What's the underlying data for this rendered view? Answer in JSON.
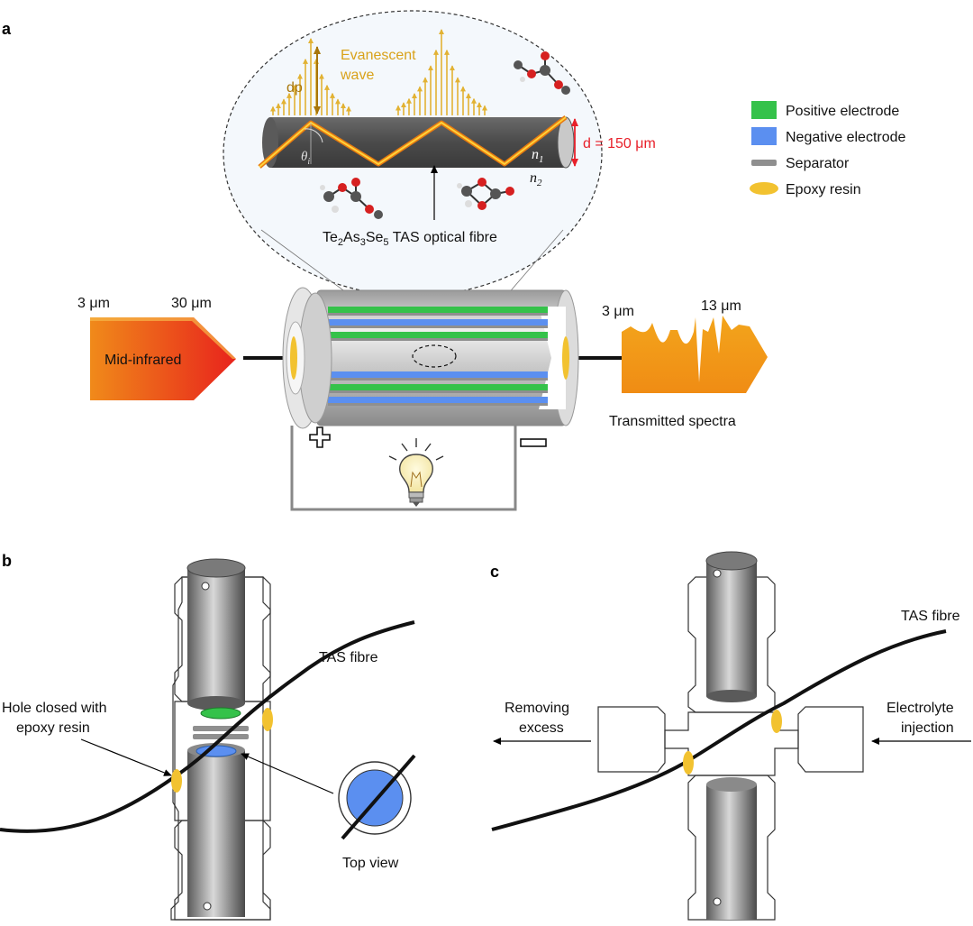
{
  "panels": {
    "a": "a",
    "b": "b",
    "c": "c"
  },
  "legend": [
    {
      "label": "Positive electrode",
      "color": "#35c24a",
      "shape": "rect"
    },
    {
      "label": "Negative electrode",
      "color": "#5b8ff0",
      "shape": "rect"
    },
    {
      "label": "Separator",
      "color": "#8f8f8f",
      "shape": "bar"
    },
    {
      "label": "Epoxy resin",
      "color": "#f2c230",
      "shape": "ellipse"
    }
  ],
  "inset": {
    "dp": "dp",
    "evanescent_line1": "Evanescent",
    "evanescent_line2": "wave",
    "theta": "θ",
    "theta_sub": "i",
    "n1": "n",
    "n1_sub": "1",
    "n2": "n",
    "n2_sub": "2",
    "d_label": "d = 150 μm",
    "fibre_parts": [
      "Te",
      "2",
      "As",
      "3",
      "Se",
      "5",
      " TAS optical fibre"
    ]
  },
  "input_arrow": {
    "left_label": "3 μm",
    "right_label": "30 μm",
    "text": "Mid-infrared"
  },
  "output_arrow": {
    "left_label": "3 μm",
    "right_label": "13 μm",
    "caption": "Transmitted spectra"
  },
  "terminals": {
    "plus": "+",
    "minus": "−"
  },
  "panel_b": {
    "fibre_label": "TAS fibre",
    "hole_line1": "Hole closed with",
    "hole_line2": "epoxy resin",
    "top_view": "Top view"
  },
  "panel_c": {
    "fibre_label": "TAS fibre",
    "removing_line1": "Removing",
    "removing_line2": "excess",
    "injection_line1": "Electrolyte",
    "injection_line2": "injection"
  },
  "colors": {
    "accent_red": "#e8202a",
    "evanescent": "#d9a21a",
    "dp_arrow": "#a8760a",
    "fibre": "#4a4a4a"
  }
}
